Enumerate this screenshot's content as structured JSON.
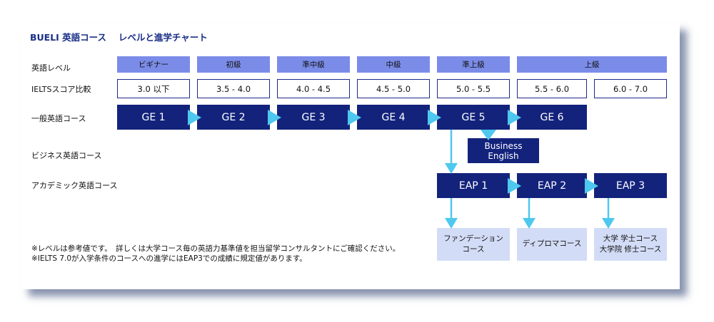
{
  "title": "BUELI 英語コース　 レベルと進学チャート",
  "row_labels": {
    "level": "英語レベル",
    "ielts": "IELTSスコア比較",
    "general": "一般英語コース",
    "business": "ビジネス英語コース",
    "academic": "アカデミック英語コース"
  },
  "levels": [
    "ビギナー",
    "初級",
    "準中級",
    "中級",
    "準上級",
    "上級"
  ],
  "ielts_scores": [
    "3.0 以下",
    "3.5 - 4.0",
    "4.0 - 4.5",
    "4.5 - 5.0",
    "5.0 - 5.5",
    "5.5 - 6.0",
    "6.0 - 7.0"
  ],
  "general_courses": [
    "GE 1",
    "GE 2",
    "GE 3",
    "GE 4",
    "GE 5",
    "GE 6"
  ],
  "business_course": "Business English",
  "academic_courses": [
    "EAP 1",
    "EAP 2",
    "EAP 3"
  ],
  "destinations": {
    "foundation": [
      "ファンデーション",
      "コース"
    ],
    "diploma": [
      "ディプロマコース"
    ],
    "degree": [
      "大学 学士コース",
      "大学院 修士コース"
    ]
  },
  "notes": [
    "※レベルは参考値です。　詳しくは大学コース毎の英語力基準値を担当留学コンサルタントにご確認ください。",
    "※IELTS 7.0が入学条件のコースへの進学にはEAP3での成績に規定値があります。"
  ],
  "colors": {
    "title": "#1a2f87",
    "level_bg": "#7b8ce8",
    "course_bg": "#13237c",
    "arrow": "#4ec8ee",
    "destination_bg": "#d3dcf6"
  }
}
